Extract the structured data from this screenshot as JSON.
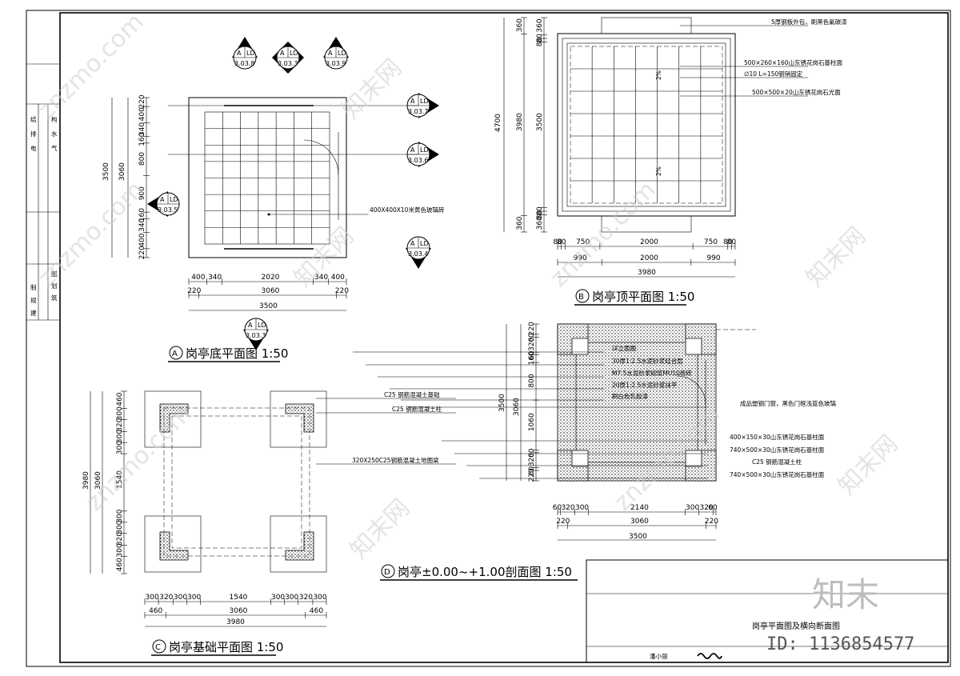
{
  "drawing": {
    "sheet_title": "岗亭平面图及横向断面图",
    "designer": "潘小丽",
    "id_label": "ID: 1136854577",
    "logo_text": "知末",
    "watermark": "znzmo.com",
    "watermark_brand": "知末网",
    "side_table": {
      "col1": [
        "构",
        "水",
        "气"
      ],
      "col2": [
        "结",
        "排",
        "电"
      ],
      "col3": [
        "图",
        "划",
        "筑"
      ],
      "col4": [
        "制",
        "规",
        "建"
      ]
    }
  },
  "plan_a": {
    "title": "岗亭底平面图 1:50",
    "marker": "A",
    "material": "400X400X10米黄色玻璃砖",
    "callouts": [
      {
        "top": "A",
        "right": "LD",
        "bottom": "3.03.8"
      },
      {
        "top": "A",
        "right": "LD",
        "bottom": "3.03.3"
      },
      {
        "top": "A",
        "right": "LD",
        "bottom": "3.03.9"
      },
      {
        "top": "A",
        "right": "LD",
        "bottom": "3.03.7"
      },
      {
        "top": "A",
        "right": "LD",
        "bottom": "3.03.6"
      },
      {
        "top": "A",
        "right": "LD",
        "bottom": "3.03.5"
      },
      {
        "top": "A",
        "right": "LD",
        "bottom": "3.03.4"
      },
      {
        "top": "A",
        "right": "LD",
        "bottom": "3.03.3"
      }
    ],
    "dims_bottom_1": [
      "400",
      "340",
      "2020",
      "340",
      "400"
    ],
    "dims_bottom_2": [
      "220",
      "3060",
      "220"
    ],
    "dims_bottom_3": "3500",
    "dims_left_1": [
      "220",
      "400",
      "340",
      "160",
      "800",
      "900",
      "160",
      "340",
      "400",
      "220"
    ],
    "dims_left_2": "3060",
    "dims_left_3": "3500"
  },
  "plan_b": {
    "title": "岗亭顶平面图 1:50",
    "marker": "B",
    "notes": [
      "5厚钢板外包，刷黑色氟碳漆",
      "500×260×160山东锈花岗石基柱面",
      "∅10 L=150钢销固定",
      "500×500×20山东锈花岗石光面"
    ],
    "slope_label": "2%",
    "dims_bottom_1": [
      "80",
      "80",
      "750",
      "2000",
      "750",
      "80",
      "80"
    ],
    "dims_bottom_2": [
      "990",
      "2000",
      "990"
    ],
    "dims_bottom_3": "3980",
    "dims_left_1": [
      "360",
      "80",
      "80",
      "3500",
      "80",
      "80",
      "360"
    ],
    "dims_left_2": [
      "360",
      "3980",
      "360"
    ],
    "dims_left_3": "4700"
  },
  "plan_c": {
    "title": "岗亭基础平面图 1:50",
    "marker": "C",
    "notes": [
      "C25 钢筋混凝土基础",
      "C25 钢筋混凝土柱",
      "320X250C25钢筋混凝土地圈梁"
    ],
    "dims_bottom_1": [
      "300",
      "320",
      "300",
      "300",
      "1540",
      "300",
      "300",
      "320",
      "300"
    ],
    "dims_bottom_2": [
      "460",
      "3060",
      "460"
    ],
    "dims_bottom_3": "3980",
    "dims_left_1": [
      "460",
      "300",
      "320",
      "300",
      "300",
      "1540",
      "300",
      "300",
      "320",
      "300",
      "460"
    ],
    "dims_left_2": "3060",
    "dims_left_3": "3980"
  },
  "plan_d": {
    "title": "岗亭±0.00~+1.00剖面图 1:50",
    "marker": "D",
    "notes": [
      "详立面图",
      "30厚1:2.5水泥砂浆结合层",
      "M7.5水泥砂浆砌筑MU10砖砖",
      "20厚1:2.5水泥砂浆抹平",
      "刷白色乳胶漆",
      "成品塑钢门窗，黑色门框浅蓝色玻璃",
      "400×150×30山东锈花岗石基柱面",
      "740×500×30山东锈花岗石基柱面",
      "C25 钢筋混凝土柱",
      "740×500×30山东锈花岗石基柱面"
    ],
    "dims_bottom_1": [
      "60",
      "320",
      "300",
      "2140",
      "300",
      "320",
      "60"
    ],
    "dims_bottom_2": [
      "220",
      "3060",
      "220"
    ],
    "dims_bottom_3": "3500",
    "dims_left_1": [
      "220",
      "60",
      "320",
      "60",
      "160",
      "800",
      "1060",
      "60",
      "320",
      "60",
      "220"
    ],
    "dims_left_2": "3060",
    "dims_left_3": "3500"
  }
}
